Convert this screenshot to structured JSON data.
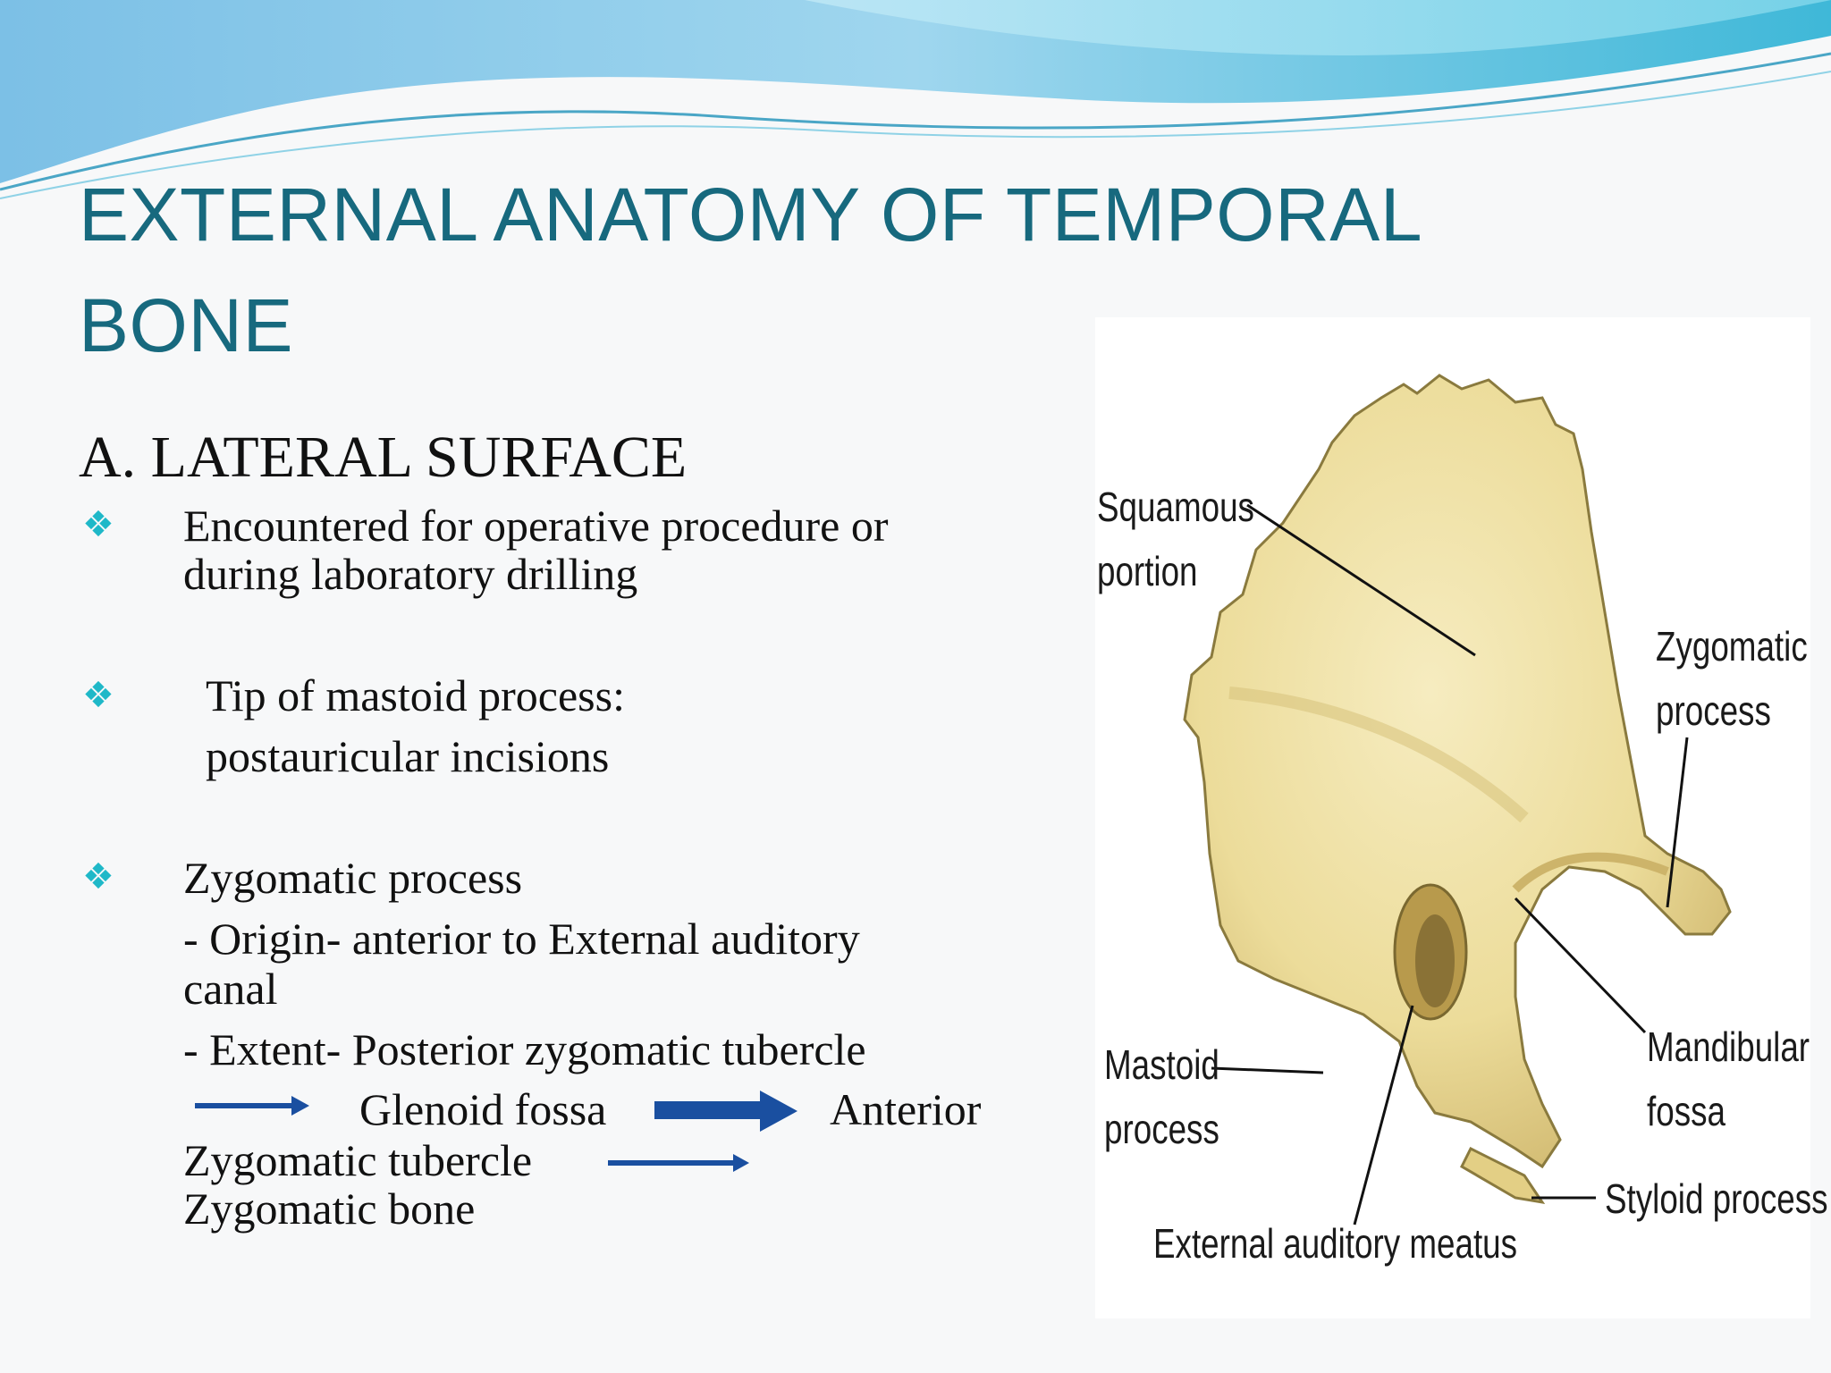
{
  "slide": {
    "title_line1": "EXTERNAL ANATOMY OF TEMPORAL",
    "title_line2": "BONE",
    "subheading": "A.  LATERAL SURFACE",
    "bullet1_line1": " Encountered for operative  procedure or",
    "bullet1_line2": "during laboratory drilling",
    "bullet2_line1": "Tip of mastoid process:",
    "bullet2_line2": "postauricular  incisions",
    "bullet3_line1": "Zygomatic process",
    "bullet3_line2": " -  Origin- anterior to External auditory",
    "bullet3_line3": "canal",
    "bullet3_line4": "-  Extent-  Posterior zygomatic tubercle",
    "bullet3_line5a": "Glenoid fossa",
    "bullet3_line5b": "Anterior",
    "bullet3_line6": "Zygomatic tubercle",
    "bullet3_line7": "Zygomatic bone",
    "bullet_glyph": "❖"
  },
  "figure": {
    "labels": {
      "squamous_1": "Squamous",
      "squamous_2": "portion",
      "zygomatic_1": "Zygomatic",
      "zygomatic_2": "process",
      "mandibular_1": "Mandibular",
      "mandibular_2": "fossa",
      "mastoid_1": "Mastoid",
      "mastoid_2": "process",
      "styloid": "Styloid process",
      "eam": "External auditory meatus"
    }
  },
  "colors": {
    "title": "#17697e",
    "bullet": "#1fb8c8",
    "arrow": "#1a4fa0",
    "bone": "#ecdc9a"
  }
}
